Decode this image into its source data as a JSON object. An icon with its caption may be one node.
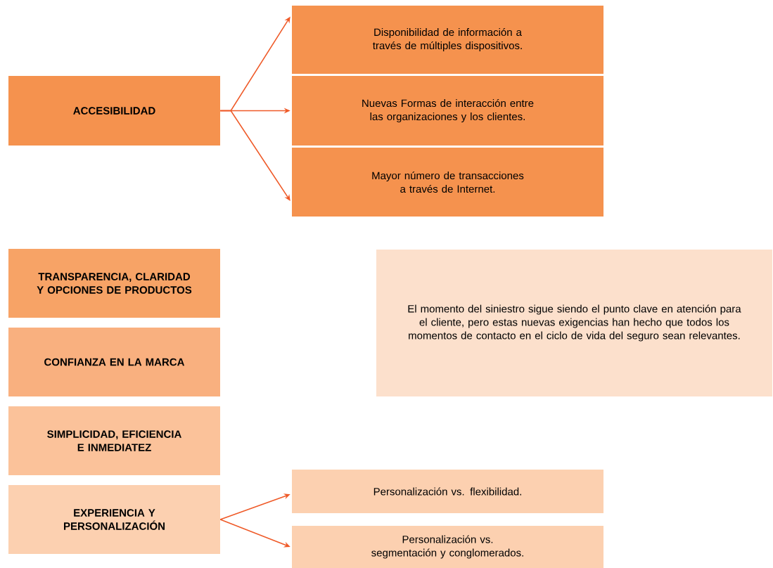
{
  "diagram": {
    "nodes": [
      {
        "text": [
          "ACCESIBILIDAD"
        ]
      },
      {
        "text": [
          "Disponibilidad de información a través de múltiples dispositivos."
        ]
      },
      {
        "text": [
          "Nuevas Formas de interacción entre las organizaciones y los clientes."
        ]
      },
      {
        "text": [
          "Mayor número de transacciones a través de Internet."
        ]
      },
      {
        "text": [
          "TRANSPARENCIA, CLARIDAD Y OPCIONES DE PRODUCTOS"
        ]
      },
      {
        "text": [
          "CONFIANZA EN LA MARCA"
        ]
      },
      {
        "text": [
          "SIMPLICIDAD, EFICIENCIA E INMEDIATEZ"
        ]
      },
      {
        "text": [
          "EXPERIENCIA Y PERSONALIZACIÓN"
        ]
      },
      {
        "text": [
          "El momento del siniestro sigue siendo el punto clave en atención para el cliente, pero estas nuevas exigencias han hecho que todos los momentos de contacto en el ciclo de vida del seguro sean relevantes."
        ]
      },
      {
        "text": [
          "Personalización vs. flexibilidad."
        ]
      },
      {
        "text": [
          "Personalización vs. segmentación y conglomerados."
        ]
      }
    ],
    "edges": [
      {
        "from": 0,
        "to": 1,
        "arrow": "to"
      },
      {
        "from": 0,
        "to": 2,
        "arrow": "to"
      },
      {
        "from": 0,
        "to": 3,
        "arrow": "to"
      },
      {
        "from": 7,
        "to": 9,
        "arrow": "to"
      },
      {
        "from": 7,
        "to": 10,
        "arrow": "to"
      }
    ]
  }
}
